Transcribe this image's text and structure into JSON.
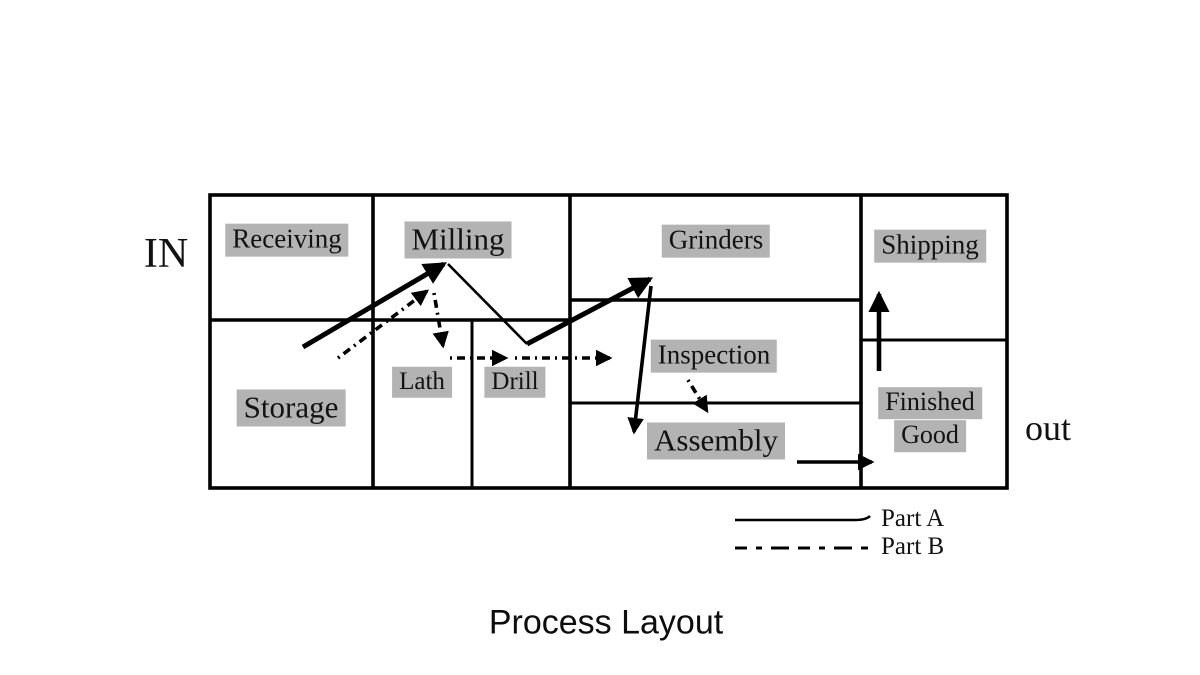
{
  "slide": {
    "title": "Process Layout"
  },
  "diagram": {
    "entry_label": "IN",
    "exit_label": "out",
    "rooms": {
      "receiving": "Receiving",
      "milling": "Milling",
      "grinders": "Grinders",
      "shipping": "Shipping",
      "storage": "Storage",
      "lath": "Lath",
      "drill": "Drill",
      "inspection": "Inspection",
      "assembly": "Assembly",
      "finished_good_line1": "Finished",
      "finished_good_line2": "Good"
    },
    "legend": {
      "part_a": "Part A",
      "part_b": "Part B"
    },
    "flows": {
      "part_a_style": "solid",
      "part_a_route": [
        "Storage",
        "Milling",
        "Drill",
        "Grinders",
        "Assembly",
        "Finished Good",
        "Shipping"
      ],
      "part_b_style": "dashed",
      "part_b_route": [
        "Storage",
        "Lath",
        "Drill",
        "Inspection",
        "Assembly"
      ]
    },
    "colors": {
      "label_background": "#b3b3b3",
      "line": "#000000"
    }
  }
}
